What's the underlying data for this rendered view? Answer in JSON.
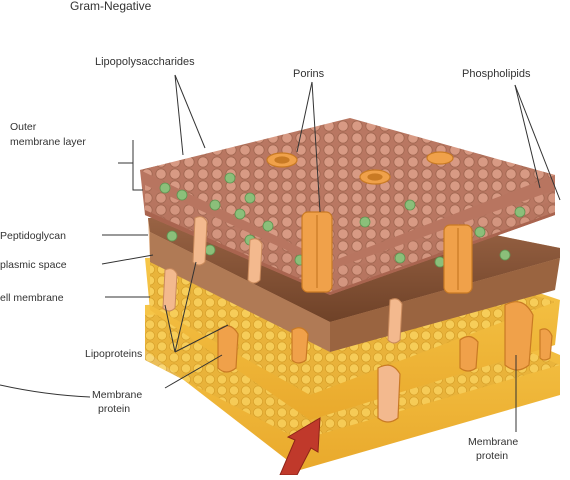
{
  "header_fragment": "Gram-Negative",
  "labels": {
    "lipopolysaccharides": "Lipopolysaccharides",
    "porins": "Porins",
    "phospholipids": "Phospholipids",
    "outer_membrane_line1": "Outer",
    "outer_membrane_line2": "membrane layer",
    "peptidoglycan": "Peptidoglycan",
    "periplasmic_space": "plasmic space",
    "cell_membrane": "ell membrane",
    "lipoproteins": "Lipoproteins",
    "membrane_protein_left_line1": "Membrane",
    "membrane_protein_left_line2": "protein",
    "membrane_protein_right_line1": "Membrane",
    "membrane_protein_right_line2": "protein"
  },
  "colors": {
    "outer_membrane": "#c98a74",
    "lps_bead": "#c88470",
    "green_bead": "#8bbf7a",
    "peptidoglycan": "#8c5a3a",
    "periplasm": "#d8a77c",
    "inner_membrane": "#f2c042",
    "protein": "#f0a14a",
    "arrow": "#c0392b"
  }
}
